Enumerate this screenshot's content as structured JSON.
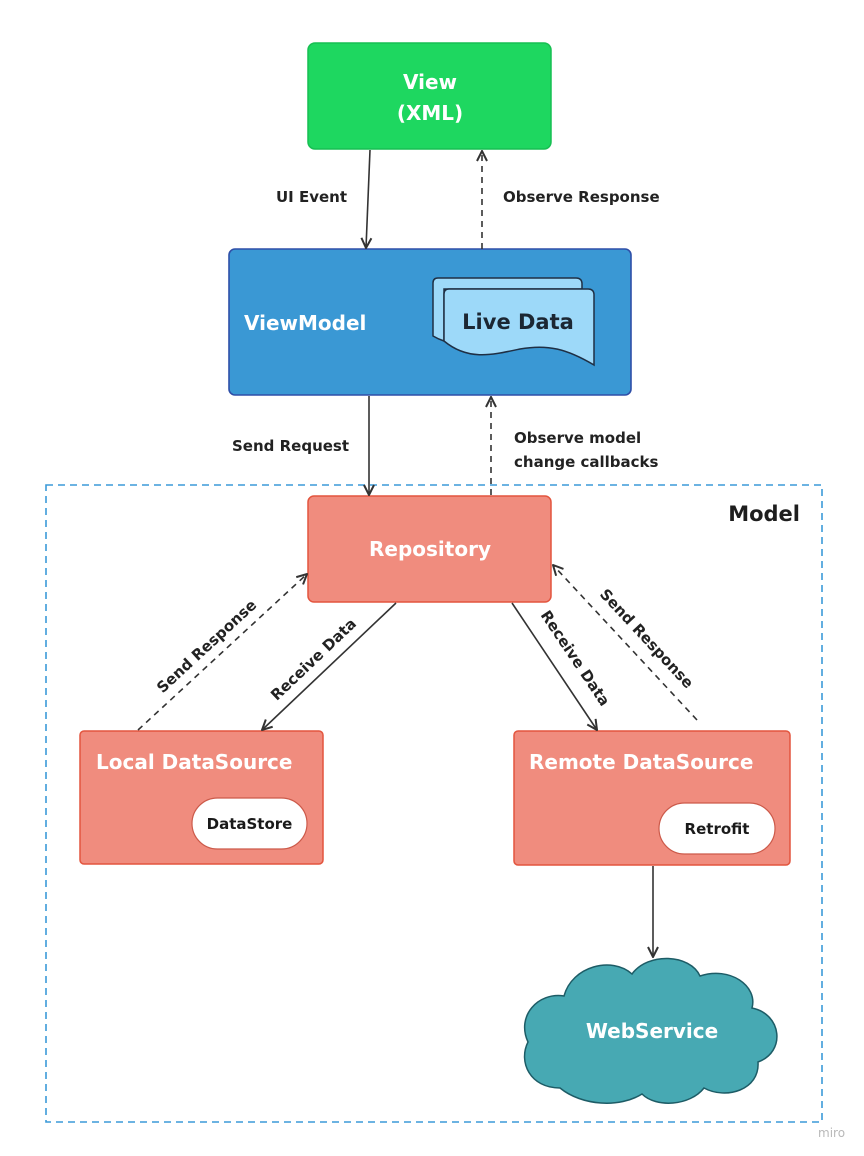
{
  "nodes": {
    "view": {
      "line1": "View",
      "line2": "(XML)"
    },
    "viewmodel": {
      "title": "ViewModel",
      "livedata": "Live Data"
    },
    "repository": {
      "title": "Repository"
    },
    "local": {
      "title": "Local DataSource",
      "pill": "DataStore"
    },
    "remote": {
      "title": "Remote DataSource",
      "pill": "Retrofit"
    },
    "webservice": {
      "title": "WebService"
    }
  },
  "model_group": {
    "title": "Model"
  },
  "edges": {
    "ui_event": "UI Event",
    "observe_response": "Observe Response",
    "send_request": "Send Request",
    "observe_model_line1": "Observe model",
    "observe_model_line2": "change callbacks",
    "local_send_response": "Send Response",
    "local_receive_data": "Receive Data",
    "remote_receive_data": "Receive Data",
    "remote_send_response": "Send Response"
  },
  "colors": {
    "view": "#1ed760",
    "viewmodel": "#3a98d4",
    "livedata": "#9dd9f9",
    "repository": "#f08c7e",
    "webservice": "#47a9b3",
    "model_border": "#3b9ad8",
    "arrow": "#333333"
  },
  "watermark": "miro"
}
